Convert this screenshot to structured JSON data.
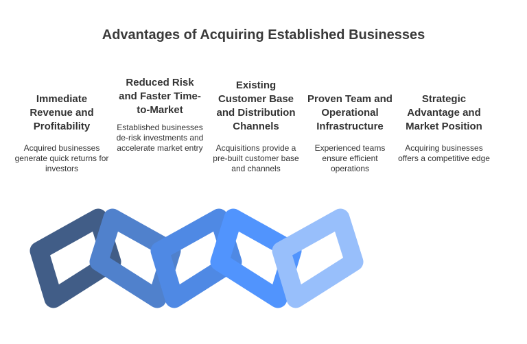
{
  "title": "Advantages of Acquiring Established Businesses",
  "items": [
    {
      "heading": "Immediate Revenue and Profitability",
      "description": "Acquired businesses generate quick returns for investors",
      "color": "#415d87"
    },
    {
      "heading": "Reduced Risk and Faster Time-to-Market",
      "description": "Established businesses de-risk investments and accelerate market entry",
      "color": "#5081cc"
    },
    {
      "heading": "Existing Customer Base and Distribution Channels",
      "description": "Acquisitions provide a pre-built customer base and channels",
      "color": "#4f89e4"
    },
    {
      "heading": "Proven Team and Operational Infrastructure",
      "description": "Experienced teams ensure efficient operations",
      "color": "#5194fd"
    },
    {
      "heading": "Strategic Advantage and Market Position",
      "description": "Acquiring businesses offers a competitive edge",
      "color": "#98bffb"
    }
  ]
}
